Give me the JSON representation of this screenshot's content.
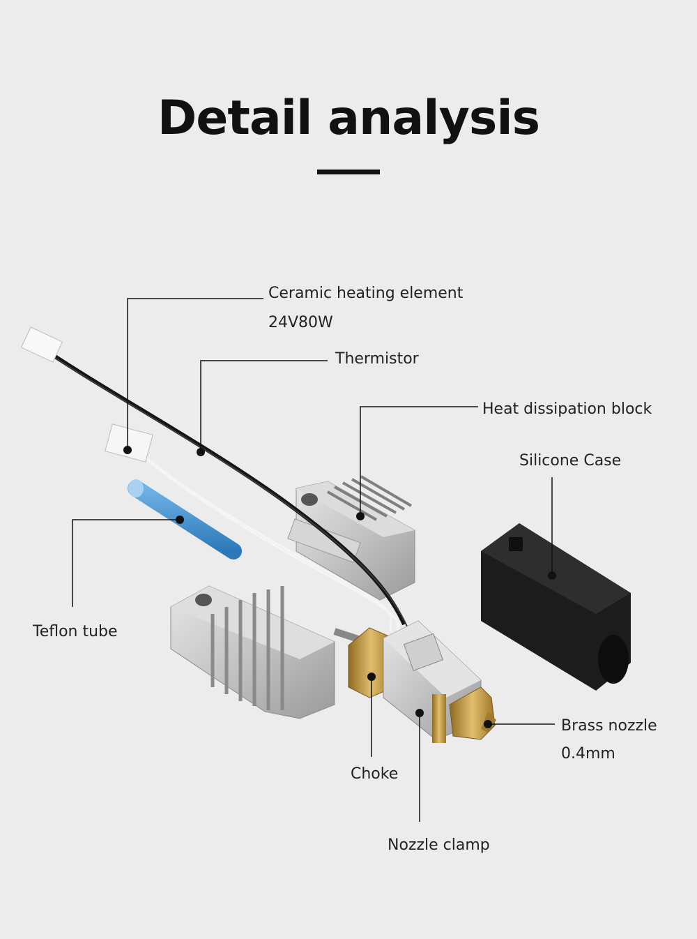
{
  "title": "Detail analysis",
  "labels": {
    "ceramic_heating_element": "Ceramic heating element",
    "ceramic_spec": "24V80W",
    "thermistor": "Thermistor",
    "heat_dissipation_block": "Heat dissipation block",
    "silicone_case": "Silicone Case",
    "teflon_tube": "Teflon tube",
    "brass_nozzle": "Brass nozzle",
    "brass_nozzle_size": "0.4mm",
    "choke": "Choke",
    "nozzle_clamp": "Nozzle clamp"
  },
  "colors": {
    "background": "#ececec",
    "text": "#222222",
    "leader_line": "#111111",
    "teflon": "#3d8fd0",
    "aluminum": "#c9c9c9",
    "brass": "#c9a24a",
    "silicone": "#1e1e1e"
  }
}
